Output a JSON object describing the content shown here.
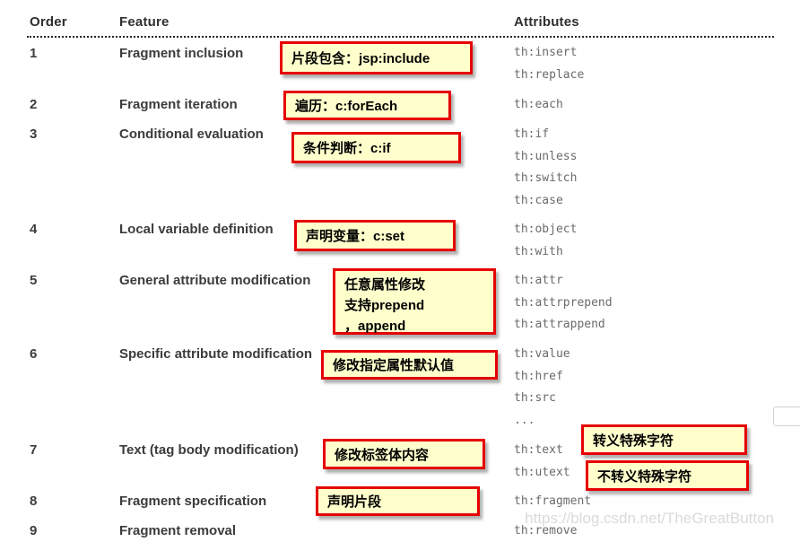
{
  "table": {
    "headers": {
      "order": "Order",
      "feature": "Feature",
      "attributes": "Attributes"
    },
    "rows": [
      {
        "order": "1",
        "feature": "Fragment inclusion",
        "attributes": [
          "th:insert",
          "th:replace"
        ]
      },
      {
        "order": "2",
        "feature": "Fragment iteration",
        "attributes": [
          "th:each"
        ]
      },
      {
        "order": "3",
        "feature": "Conditional evaluation",
        "attributes": [
          "th:if",
          "th:unless",
          "th:switch",
          "th:case"
        ]
      },
      {
        "order": "4",
        "feature": "Local variable definition",
        "attributes": [
          "th:object",
          "th:with"
        ]
      },
      {
        "order": "5",
        "feature": "General attribute modification",
        "attributes": [
          "th:attr",
          "th:attrprepend",
          "th:attrappend"
        ]
      },
      {
        "order": "6",
        "feature": "Specific attribute modification",
        "attributes": [
          "th:value",
          "th:href",
          "th:src",
          "..."
        ]
      },
      {
        "order": "7",
        "feature": "Text (tag body modification)",
        "attributes": [
          "th:text",
          "th:utext"
        ]
      },
      {
        "order": "8",
        "feature": "Fragment specification",
        "attributes": [
          "th:fragment"
        ]
      },
      {
        "order": "9",
        "feature": "Fragment removal",
        "attributes": [
          "th:remove"
        ]
      }
    ]
  },
  "annotations": [
    {
      "text": "片段包含：jsp:include"
    },
    {
      "text": "遍历：c:forEach"
    },
    {
      "text": "条件判断：c:if"
    },
    {
      "text": "声明变量：c:set"
    },
    {
      "lines": [
        "任意属性修改",
        "支持prepend",
        "，append"
      ]
    },
    {
      "text": "修改指定属性默认值"
    },
    {
      "text": "修改标签体内容"
    },
    {
      "text": "转义特殊字符"
    },
    {
      "text": "不转义特殊字符"
    },
    {
      "text": "声明片段"
    }
  ],
  "watermark": "https://blog.csdn.net/TheGreatButton",
  "colors": {
    "annotation_bg": "#FFFFCC",
    "annotation_border": "#E60000",
    "heading_text": "#3C3C3C",
    "attribute_text": "#6B6B6B",
    "watermark_text": "#DADADA"
  }
}
